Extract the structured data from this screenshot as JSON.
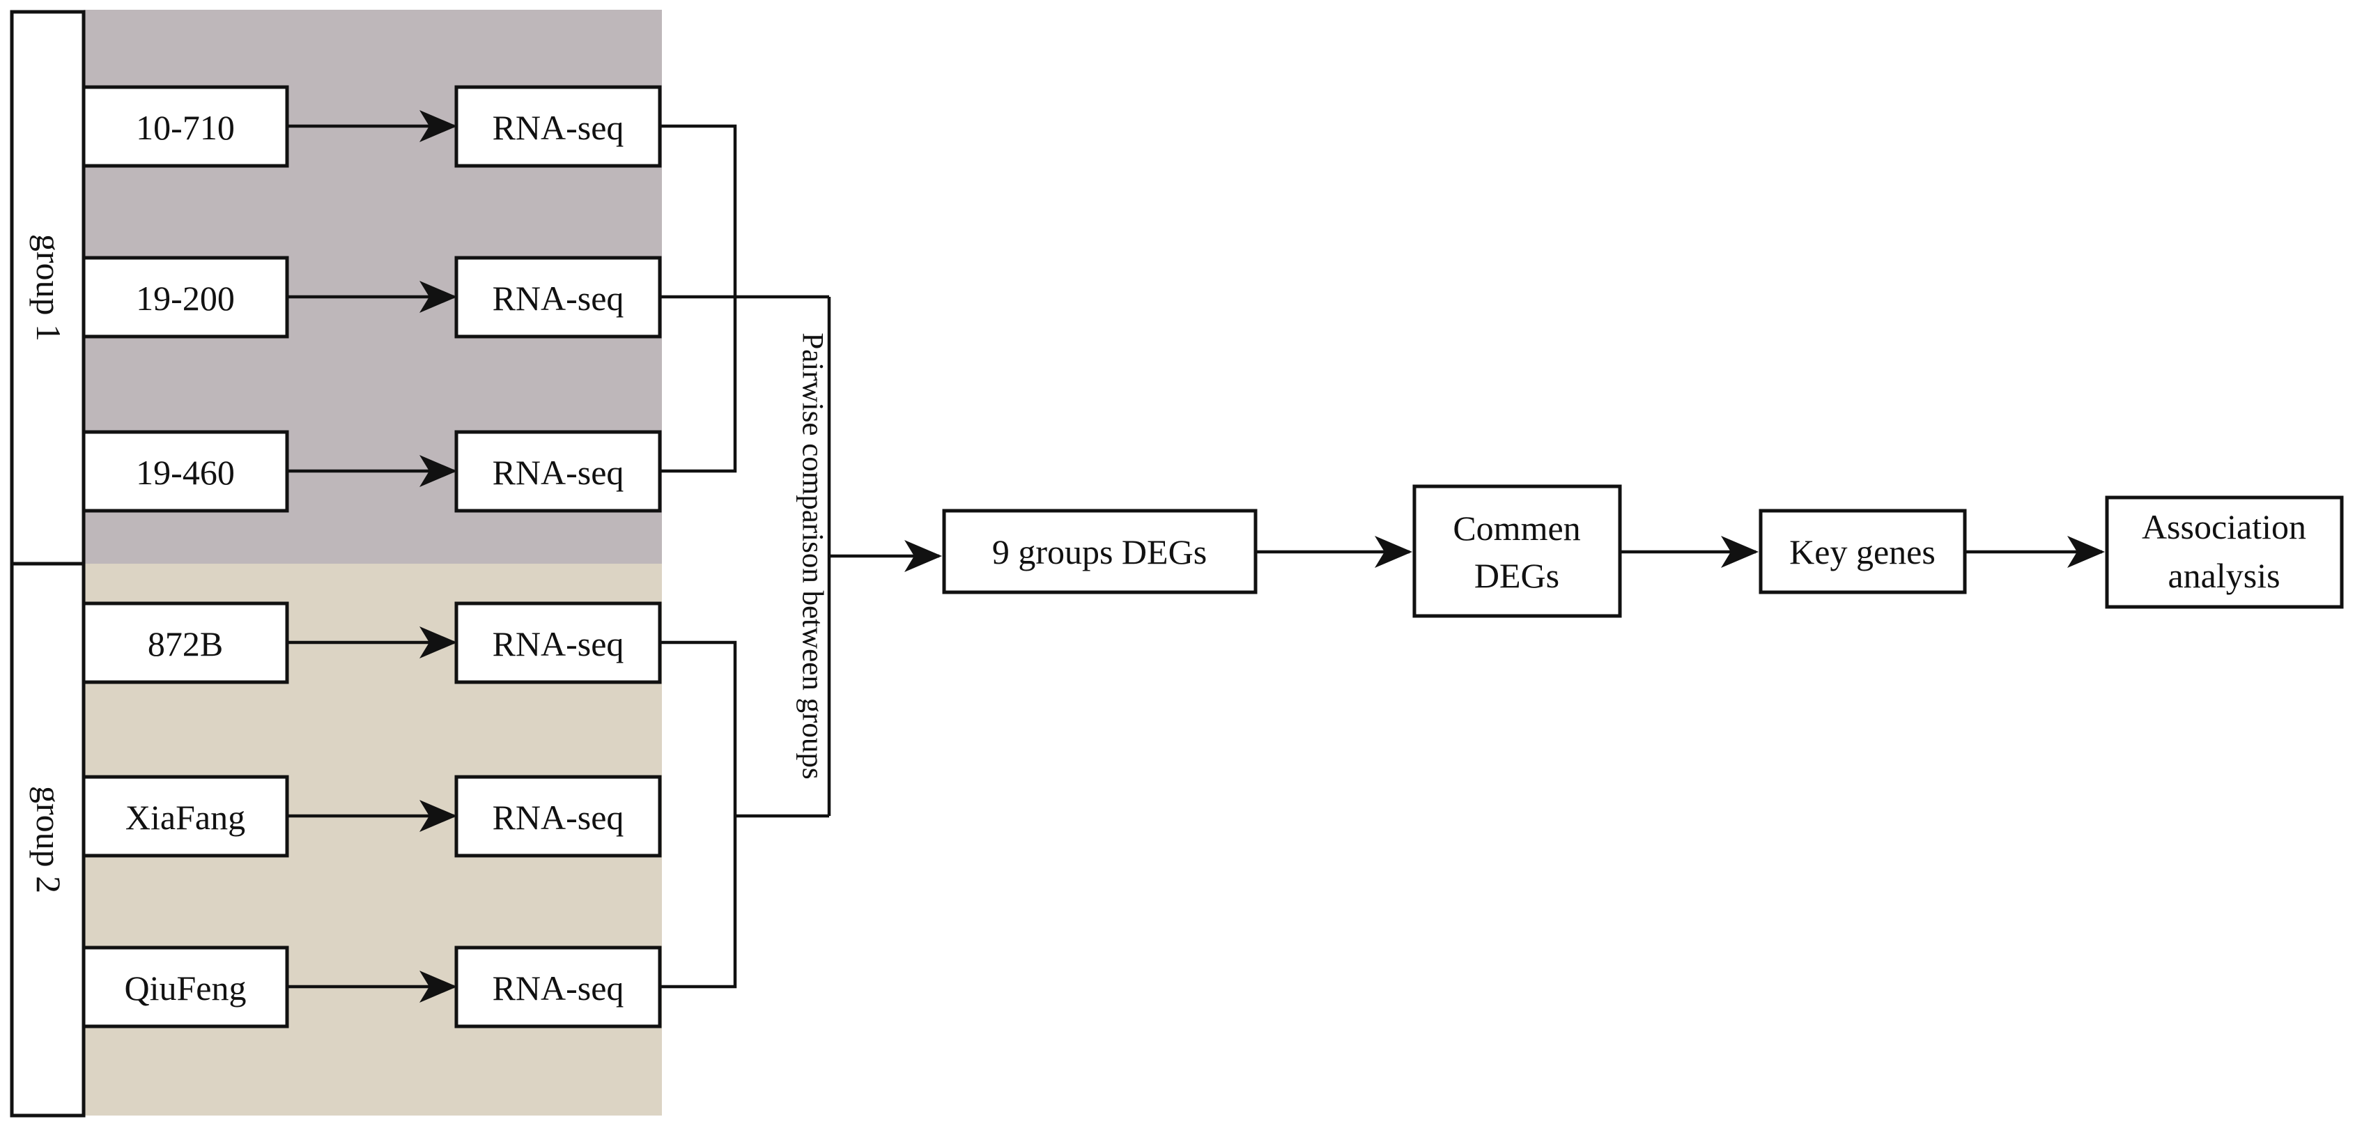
{
  "groups": [
    {
      "label": "group 1",
      "color": "#beb7ba"
    },
    {
      "label": "group 2",
      "color": "#dcd4c4"
    }
  ],
  "samples": [
    "10-710",
    "19-200",
    "19-460",
    "872B",
    "XiaFang",
    "QiuFeng"
  ],
  "sequencing_label": "RNA-seq",
  "comparison_label": "Pairwise comparison between groups",
  "pipeline": {
    "step1": "9 groups DEGs",
    "step2": [
      "Commen",
      "DEGs"
    ],
    "step3": "Key genes",
    "step4": [
      "Association",
      "analysis"
    ]
  }
}
